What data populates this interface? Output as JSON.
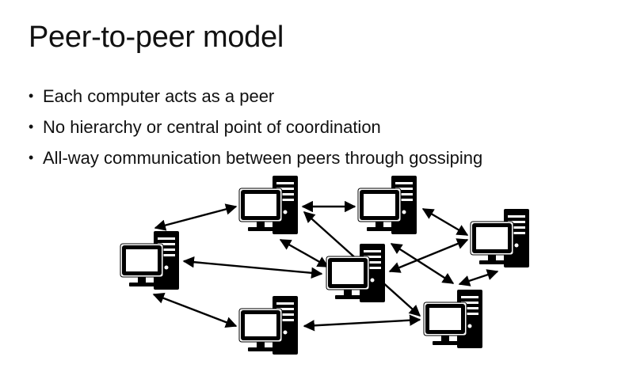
{
  "slide": {
    "title": "Peer-to-peer model",
    "bullets": [
      "Each computer acts as a peer",
      "No hierarchy or central point of coordination",
      "All-way communication between peers through gossiping"
    ]
  },
  "diagram": {
    "nodes": [
      {
        "id": "peer-1",
        "icon": "computer-icon"
      },
      {
        "id": "peer-2",
        "icon": "computer-icon"
      },
      {
        "id": "peer-3",
        "icon": "computer-icon"
      },
      {
        "id": "peer-4",
        "icon": "computer-icon"
      },
      {
        "id": "peer-5",
        "icon": "computer-icon"
      },
      {
        "id": "peer-6",
        "icon": "computer-icon"
      },
      {
        "id": "peer-7",
        "icon": "computer-icon"
      }
    ],
    "edges": [
      [
        "peer-1",
        "peer-2"
      ],
      [
        "peer-1",
        "peer-4"
      ],
      [
        "peer-1",
        "peer-6"
      ],
      [
        "peer-2",
        "peer-3"
      ],
      [
        "peer-2",
        "peer-4"
      ],
      [
        "peer-2",
        "peer-7"
      ],
      [
        "peer-3",
        "peer-5"
      ],
      [
        "peer-4",
        "peer-5"
      ],
      [
        "peer-5",
        "peer-7"
      ],
      [
        "peer-6",
        "peer-7"
      ],
      [
        "peer-3",
        "peer-7"
      ]
    ],
    "color": "#000000"
  }
}
